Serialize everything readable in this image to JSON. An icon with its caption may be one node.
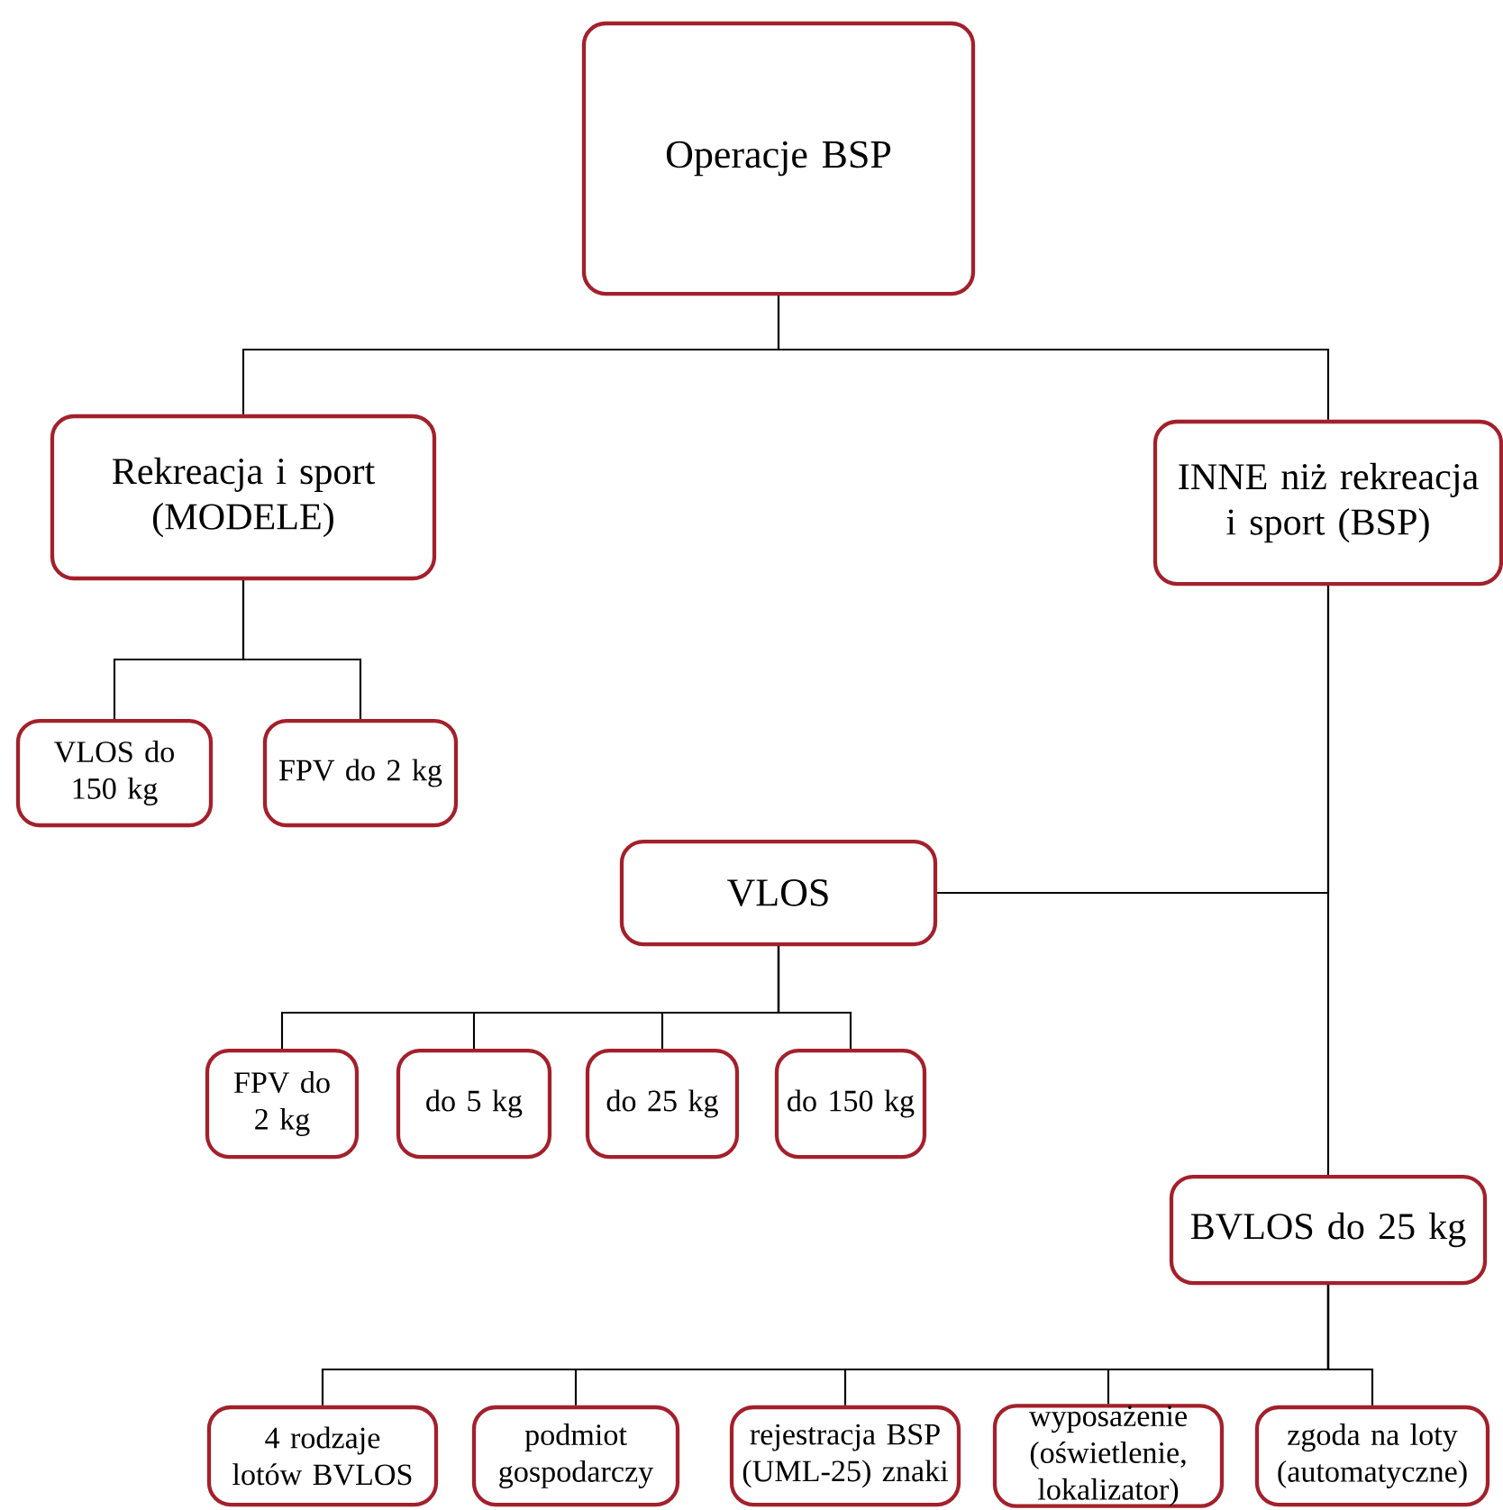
{
  "diagram": {
    "nodes": [
      {
        "text": [
          "Operacje BSP"
        ]
      },
      {
        "text": [
          "Rekreacja i sport (MODELE)"
        ]
      },
      {
        "text": [
          "INNE niż rekreacja i sport (BSP)"
        ]
      },
      {
        "text": [
          "VLOS do 150 kg"
        ]
      },
      {
        "text": [
          "FPV do 2 kg"
        ]
      },
      {
        "text": [
          "VLOS"
        ]
      },
      {
        "text": [
          "FPV do 2 kg"
        ]
      },
      {
        "text": [
          "do 5 kg"
        ]
      },
      {
        "text": [
          "do 25 kg"
        ]
      },
      {
        "text": [
          "do 150 kg"
        ]
      },
      {
        "text": [
          "BVLOS do 25 kg"
        ]
      },
      {
        "text": [
          "4 rodzaje lotów BVLOS"
        ]
      },
      {
        "text": [
          "podmiot gospodarczy"
        ]
      },
      {
        "text": [
          "rejestracja BSP (UML-25) znaki"
        ]
      },
      {
        "text": [
          "wyposażenie (oświetlenie, lokalizator)"
        ]
      },
      {
        "text": [
          "zgoda na loty (automatyczne)"
        ]
      }
    ],
    "edges": [
      {
        "from": 0,
        "to": 1,
        "arrow": "none"
      },
      {
        "from": 0,
        "to": 2,
        "arrow": "none"
      },
      {
        "from": 1,
        "to": 3,
        "arrow": "none"
      },
      {
        "from": 1,
        "to": 4,
        "arrow": "none"
      },
      {
        "from": 2,
        "to": 5,
        "arrow": "none"
      },
      {
        "from": 2,
        "to": 10,
        "arrow": "none"
      },
      {
        "from": 5,
        "to": 6,
        "arrow": "none"
      },
      {
        "from": 5,
        "to": 7,
        "arrow": "none"
      },
      {
        "from": 5,
        "to": 8,
        "arrow": "none"
      },
      {
        "from": 5,
        "to": 9,
        "arrow": "none"
      },
      {
        "from": 10,
        "to": 11,
        "arrow": "none"
      },
      {
        "from": 10,
        "to": 12,
        "arrow": "none"
      },
      {
        "from": 10,
        "to": 13,
        "arrow": "none"
      },
      {
        "from": 10,
        "to": 14,
        "arrow": "none"
      },
      {
        "from": 10,
        "to": 15,
        "arrow": "none"
      }
    ]
  }
}
